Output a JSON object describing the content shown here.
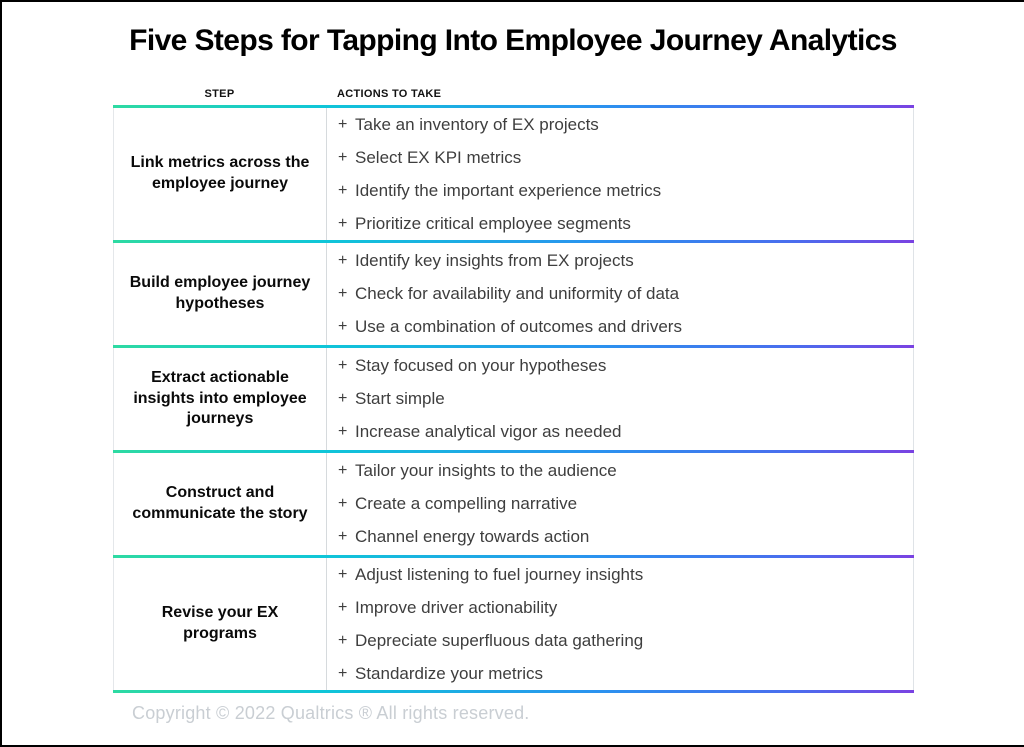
{
  "title": "Five Steps for Tapping Into Employee Journey Analytics",
  "bullet": "+",
  "table": {
    "headers": {
      "step": "STEP",
      "actions": "ACTIONS TO TAKE"
    },
    "rows": [
      {
        "step": "Link metrics across the employee journey",
        "actions": [
          "Take an inventory of EX projects",
          "Select EX KPI metrics",
          "Identify the important experience metrics",
          "Prioritize critical employee segments"
        ]
      },
      {
        "step": "Build employee journey hypotheses",
        "actions": [
          "Identify key insights from EX projects",
          "Check for availability and uniformity of data",
          "Use a combination of outcomes and drivers"
        ]
      },
      {
        "step": "Extract actionable insights into employee journeys",
        "actions": [
          "Stay focused on your hypotheses",
          "Start simple",
          "Increase analytical vigor as needed"
        ]
      },
      {
        "step": "Construct and communicate the story",
        "actions": [
          "Tailor your insights to the audience",
          "Create a compelling narrative",
          "Channel energy towards action"
        ]
      },
      {
        "step": "Revise your EX programs",
        "actions": [
          "Adjust listening to fuel journey insights",
          "Improve driver actionability",
          "Depreciate superfluous data gathering",
          "Standardize your metrics"
        ]
      }
    ]
  },
  "footer": {
    "copyright": "Copyright © 2022 Qualtrics ® All rights reserved."
  },
  "colors": {
    "gradient_start": "#2edaa2",
    "gradient_cyan": "#0fc6d8",
    "gradient_blue": "#2a93ef",
    "gradient_end": "#7a42e2",
    "divider": "#d6dadd",
    "action_text": "#3e3e3e",
    "footer_text": "#c9ced3"
  }
}
